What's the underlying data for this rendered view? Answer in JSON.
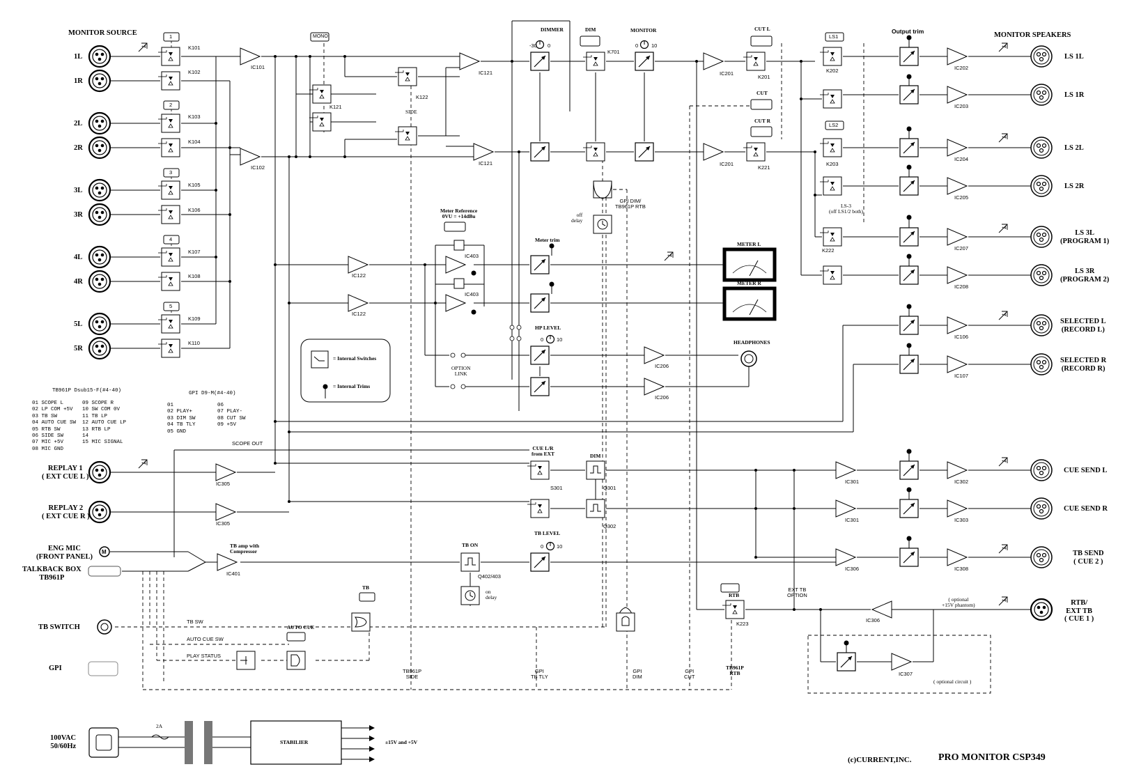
{
  "title": "PRO MONITOR CSP349",
  "copyright": "(c)CURRENT,INC.",
  "headers": {
    "monitor_source": "MONITOR SOURCE",
    "monitor_speakers": "MONITOR  SPEAKERS",
    "output_trim": "Output trim",
    "scope_out": "SCOPE OUT",
    "headphones": "HEADPHONES"
  },
  "sources": [
    {
      "label": "1L",
      "relay": "K101",
      "group": "1"
    },
    {
      "label": "1R",
      "relay": "K102"
    },
    {
      "label": "2L",
      "relay": "K103",
      "group": "2"
    },
    {
      "label": "2R",
      "relay": "K104"
    },
    {
      "label": "3L",
      "relay": "K105",
      "group": "3"
    },
    {
      "label": "3R",
      "relay": "K106"
    },
    {
      "label": "4L",
      "relay": "K107",
      "group": "4"
    },
    {
      "label": "4R",
      "relay": "K108"
    },
    {
      "label": "5L",
      "relay": "K109",
      "group": "5"
    },
    {
      "label": "5R",
      "relay": "K110"
    }
  ],
  "matrix": {
    "ic101": "IC101",
    "ic102": "IC102",
    "mono": "MONO",
    "k121": "K121",
    "k122": "K122",
    "side": "SIDE",
    "ic121a": "IC121",
    "ic121b": "IC121"
  },
  "control": {
    "dimmer": "DIMMER",
    "dimmer_min": "-30",
    "dimmer_max": "0",
    "dim": "DIM",
    "k701": "K701",
    "monitor": "MONITOR",
    "monitor_min": "0",
    "monitor_max": "10",
    "cut_l": "CUT L",
    "cut": "CUT",
    "cut_r": "CUT R",
    "ic201a": "IC201",
    "ic201b": "IC201",
    "k201": "K201",
    "k221": "K221",
    "gpi_dim": "GPI DIM/\nTB961P RTB",
    "off_delay": "off\ndelay"
  },
  "speakers": {
    "ls1": "LS1",
    "ls2": "LS2",
    "k202": "K202",
    "k203": "K203",
    "k222": "K222",
    "ls3_note": "LS-3\n(off LS1/2 both)",
    "outputs": [
      {
        "label": "LS 1L",
        "ic": "IC202"
      },
      {
        "label": "LS 1R",
        "ic": "IC203"
      },
      {
        "label": "LS 2L",
        "ic": "IC204"
      },
      {
        "label": "LS 2R",
        "ic": "IC205"
      },
      {
        "label": "LS 3L\n(PROGRAM 1)",
        "ic": "IC207"
      },
      {
        "label": "LS 3R\n(PROGRAM 2)",
        "ic": "IC208"
      },
      {
        "label": "SELECTED L\n(RECORD L)",
        "ic": "IC106"
      },
      {
        "label": "SELECTED R\n(RECORD R)",
        "ic": "IC107"
      }
    ]
  },
  "meters": {
    "reference": "Meter Reference\n0VU = +14dBu",
    "ic403a": "IC403",
    "ic403b": "IC403",
    "ic122a": "IC122",
    "ic122b": "IC122",
    "meter_trim": "Meter trim",
    "meter_l": "METER L",
    "meter_r": "METER R"
  },
  "headphone": {
    "hp_level": "HP LEVEL",
    "hp_min": "0",
    "hp_max": "10",
    "option_link": "OPTION\nLINK",
    "ic206a": "IC206",
    "ic206b": "IC206"
  },
  "legend": {
    "internal_switches": "= Internal Switches",
    "internal_trims": "= Internal Trims"
  },
  "pinout_tb961p": {
    "title": "TB961P Dsub15-F(#4-40)",
    "rows": "01 SCOPE L      09 SCOPE R\n02 LP COM +5V   10 SW COM 0V\n03 TB SW        11 TB LP\n04 AUTO CUE SW  12 AUTO CUE LP\n05 RTB SW       13 RTB LP\n06 SIDE SW      14\n07 MIC +5V      15 MIC SIGNAL\n08 MIC GND"
  },
  "pinout_gpi": {
    "title": "GPI D9-M(#4-40)",
    "rows": "01              06\n02 PLAY+        07 PLAY-\n03 DIM SW       08 CUT SW\n04 TB TLY       09 +5V\n05 GND"
  },
  "cue": {
    "replay1": "REPLAY 1\n( EXT CUE L )",
    "replay2": "REPLAY 2\n( EXT CUE R )",
    "ic305a": "IC305",
    "ic305b": "IC305",
    "cue_from_ext": "CUE L/R\nfrom EXT",
    "s301": "S301",
    "dim": "DIM",
    "q301": "Q301",
    "q302": "Q302",
    "ic301a": "IC301",
    "ic301b": "IC301",
    "ic306": "IC306",
    "ic302": "IC302",
    "ic303": "IC303",
    "ic308": "IC308",
    "cue_send_l": "CUE SEND L",
    "cue_send_r": "CUE SEND R",
    "tb_send": "TB SEND\n( CUE 2 )"
  },
  "talkback": {
    "eng_mic": "ENG MIC\n(FRONT PANEL)",
    "talkback_box": "TALKBACK BOX\nTB961P",
    "tb_amp": "TB amp with\nCompressor",
    "ic401": "IC401",
    "tb_on": "TB ON",
    "q402": "Q402/403",
    "on_delay": "on\ndelay",
    "tb_level": "TB LEVEL",
    "tb_min": "0",
    "tb_max": "10",
    "tb_switch": "TB SWITCH",
    "gpi": "GPI",
    "tb_sw": "TB SW",
    "auto_cue_sw": "AUTO CUE SW",
    "play_status": "PLAY STATUS",
    "tb": "TB",
    "auto_cue": "AUTO CUE",
    "tb961p_side": "TB961P\nSIDE",
    "gpi_tb_tly": "GPI\nTB TLY",
    "gpi_dim": "GPI\nDIM",
    "gpi_cut": "GPI\nCUT",
    "tb961p_rtb": "TB961P\nRTB"
  },
  "rtb": {
    "rtb": "RTB",
    "k223": "K223",
    "ext_tb_option": "EXT TB\nOPTION",
    "phantom": "( optional\n+15V phantom)",
    "ic306": "IC306",
    "ic307": "IC307",
    "optional_circuit": "( optional circuit )",
    "rtb_out": "RTB/\nEXT TB\n( CUE 1 )"
  },
  "power": {
    "mains": "100VAC\n50/60Hz",
    "fuse": "2A",
    "stabilier": "STABILIER",
    "rails": "±15V and +5V"
  }
}
